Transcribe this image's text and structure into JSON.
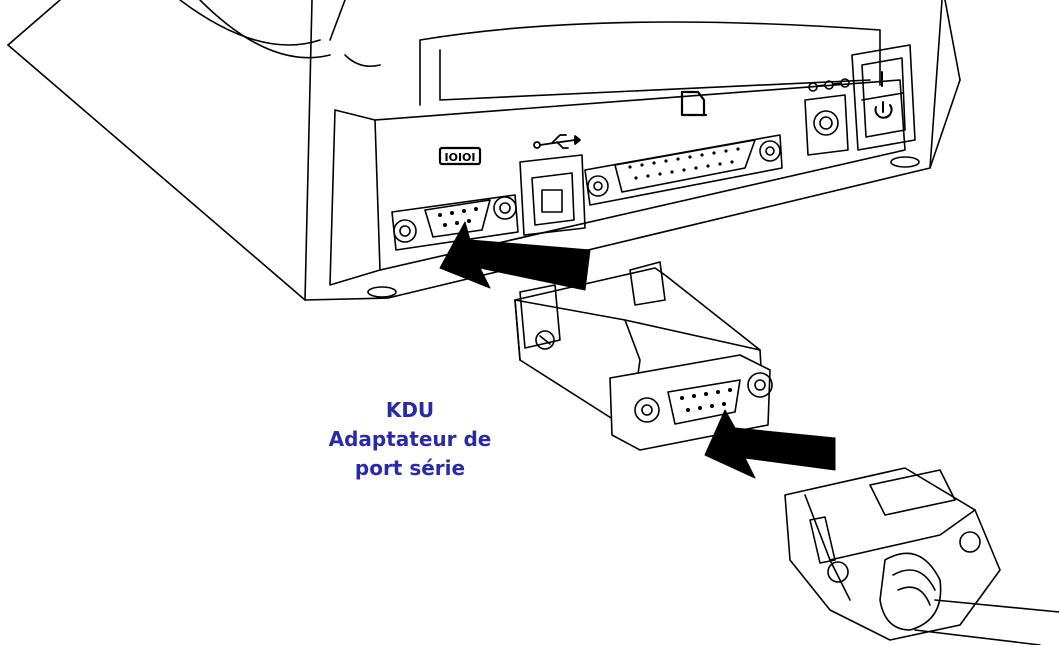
{
  "caption": {
    "line1": "KDU",
    "line2": "Adaptateur de",
    "line3": "port série",
    "color": "#2a2aa8"
  },
  "icons": {
    "serial": "serial-port-icon",
    "usb": "usb-icon",
    "parallel": "parallel-port-icon",
    "dc_power": "dc-power-polarity-icon",
    "power_switch": "power-switch-icon"
  },
  "colors": {
    "line": "#000000",
    "fill": "#ffffff",
    "arrow": "#000000",
    "shade": "#d8d8d8"
  }
}
